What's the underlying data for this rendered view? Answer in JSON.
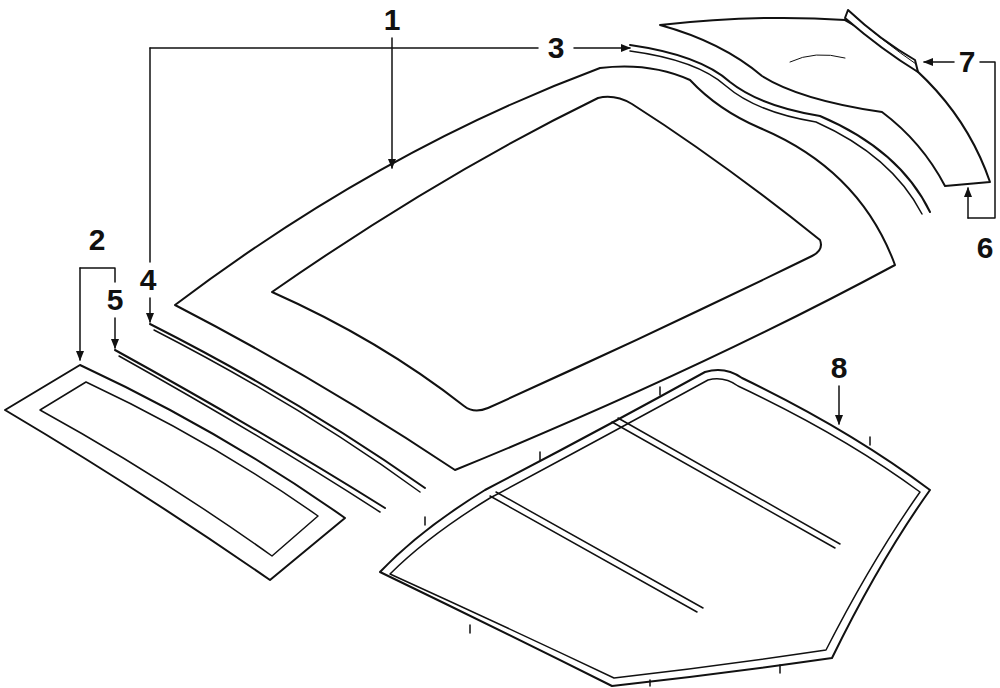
{
  "diagram": {
    "labels": [
      "1",
      "3",
      "7",
      "2",
      "4",
      "5",
      "6",
      "8"
    ]
  }
}
